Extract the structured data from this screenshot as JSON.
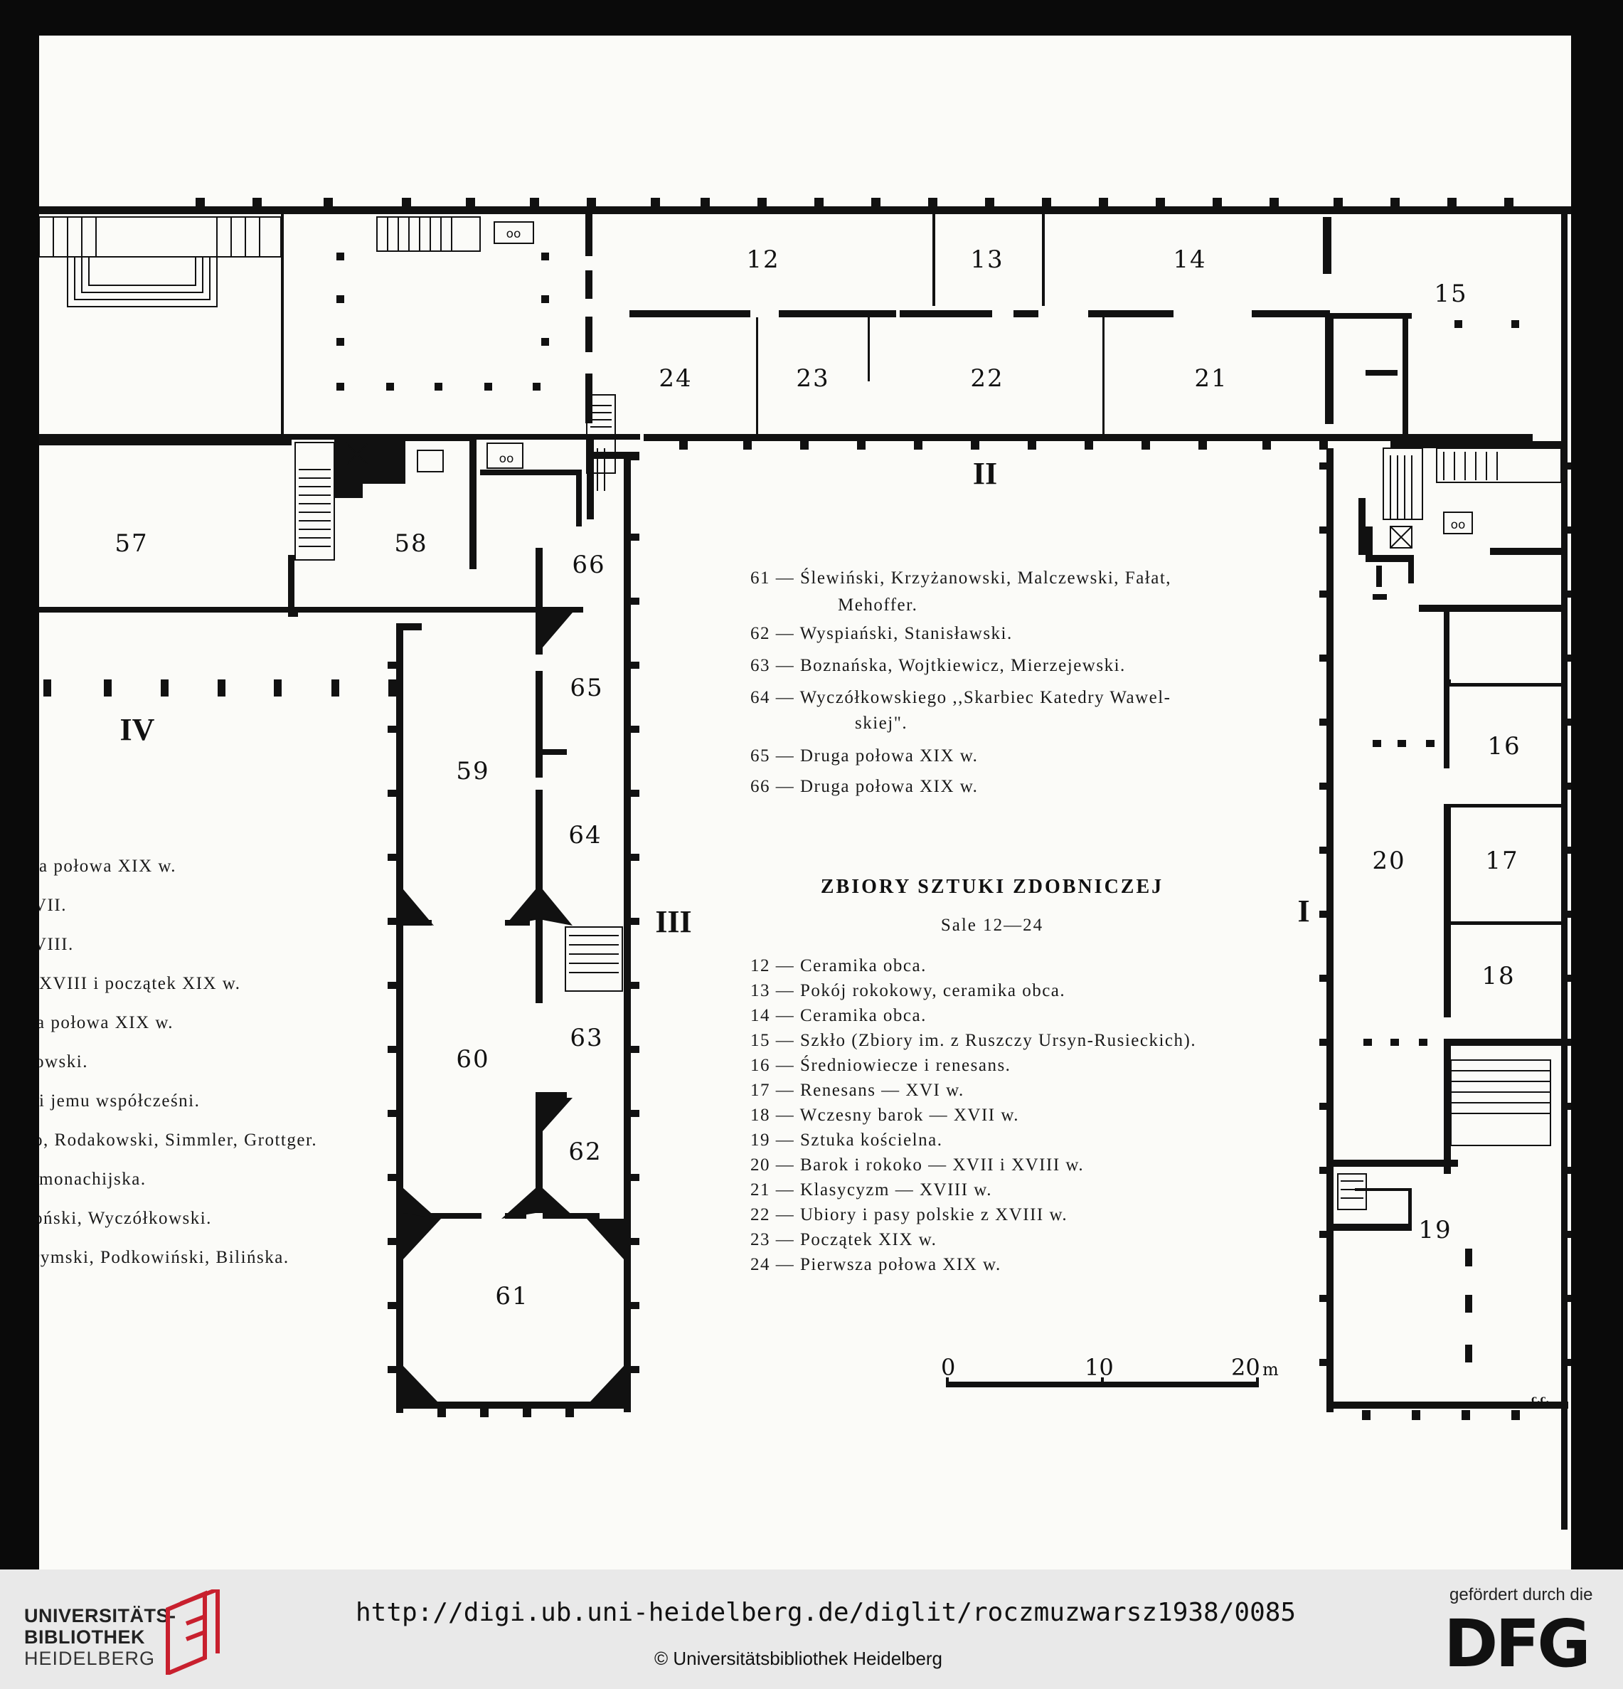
{
  "plan": {
    "rooms": {
      "r12": "12",
      "r13": "13",
      "r14": "14",
      "r15": "15",
      "r16": "16",
      "r17": "17",
      "r18": "18",
      "r19": "19",
      "r20": "20",
      "r21": "21",
      "r22": "22",
      "r23": "23",
      "r24": "24",
      "r57": "57",
      "r58": "58",
      "r59": "59",
      "r60": "60",
      "r61": "61",
      "r62": "62",
      "r63": "63",
      "r64": "64",
      "r65": "65",
      "r66": "66"
    },
    "wings": {
      "w1": "I",
      "w2": "II",
      "w3": "III",
      "w4": "IV"
    },
    "wc_label": "oo",
    "legend_left": [
      "a połowa XIX w.",
      "VII.",
      "VIII.",
      "XVIII i początek XIX w.",
      "a połowa XIX w.",
      "owski.",
      "i jemu współcześni.",
      "o, Rodakowski, Simmler, Grottger.",
      "monachijska.",
      "oński, Wyczółkowski.",
      "rymski, Podkowiński, Bilińska."
    ],
    "legend_61_66": [
      {
        "n": "61",
        "text": "Ślewiński, Krzyżanowski, Malczewski, Fałat,",
        "cont": "Mehoffer."
      },
      {
        "n": "62",
        "text": "Wyspiański, Stanisławski."
      },
      {
        "n": "63",
        "text": "Boznańska, Wojtkiewicz, Mierzejewski."
      },
      {
        "n": "64",
        "text": "Wyczółkowskiego ,,Skarbiec Katedry Wawel-",
        "cont": "skiej\"."
      },
      {
        "n": "65",
        "text": "Druga połowa XIX w."
      },
      {
        "n": "66",
        "text": "Druga połowa XIX w."
      }
    ],
    "decor_heading": "ZBIORY SZTUKI ZDOBNICZEJ",
    "decor_sub": "Sale 12—24",
    "legend_12_24": [
      {
        "n": "12",
        "text": "Ceramika obca."
      },
      {
        "n": "13",
        "text": "Pokój rokokowy, ceramika obca."
      },
      {
        "n": "14",
        "text": "Ceramika obca."
      },
      {
        "n": "15",
        "text": "Szkło (Zbiory im. z Ruszczy Ursyn-Rusieckich)."
      },
      {
        "n": "16",
        "text": "Średniowiecze i renesans."
      },
      {
        "n": "17",
        "text": "Renesans — XVI w."
      },
      {
        "n": "18",
        "text": "Wczesny barok — XVII w."
      },
      {
        "n": "19",
        "text": "Sztuka kościelna."
      },
      {
        "n": "20",
        "text": "Barok i rokoko — XVII i XVIII w."
      },
      {
        "n": "21",
        "text": "Klasycyzm — XVIII w."
      },
      {
        "n": "22",
        "text": "Ubiory i pasy polskie z XVIII w."
      },
      {
        "n": "23",
        "text": "Początek XIX w."
      },
      {
        "n": "24",
        "text": "Pierwsza połowa XIX w."
      }
    ],
    "scale": {
      "t0": "0",
      "t10": "10",
      "t20": "20",
      "unit": "m"
    },
    "signature": "c.c."
  },
  "footer": {
    "ub_line1": "UNIVERSITÄTS-",
    "ub_line2": "BIBLIOTHEK",
    "ub_line3": "HEIDELBERG",
    "url": "http://digi.ub.uni-heidelberg.de/diglit/roczmuzwarsz1938/0085",
    "copyright": "© Universitätsbibliothek Heidelberg",
    "funded_by": "gefördert durch die",
    "dfg": "DFG"
  }
}
